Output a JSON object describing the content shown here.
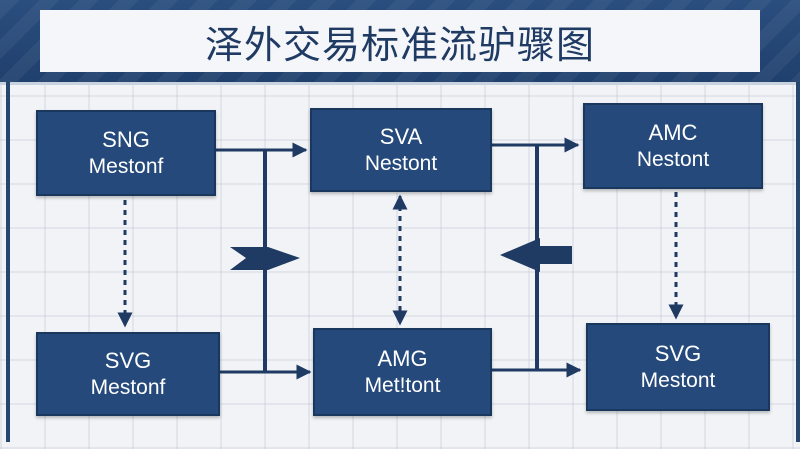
{
  "title": "泽外交易标准流驴骤图",
  "colors": {
    "header": "#24497a",
    "box": "#24497a",
    "box_text": "#ffffff",
    "arrow": "#1f3a63",
    "background": "#f1f3f6"
  },
  "boxes": {
    "top_left": {
      "code": "SNG",
      "sub": "Mestonf"
    },
    "top_center": {
      "code": "SVA",
      "sub": "Nestont"
    },
    "top_right": {
      "code": "AMC",
      "sub": "Nestont"
    },
    "bottom_left": {
      "code": "SVG",
      "sub": "Mestonf"
    },
    "bottom_center": {
      "code": "AMG",
      "sub": "Met!tont"
    },
    "bottom_right": {
      "code": "SVG",
      "sub": "Mestont"
    }
  }
}
